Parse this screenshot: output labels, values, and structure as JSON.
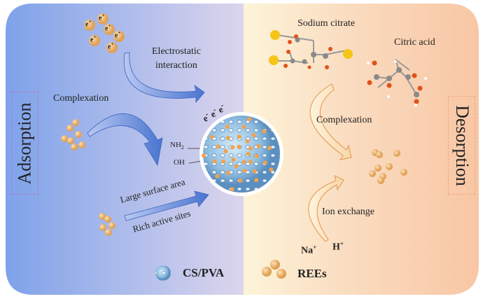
{
  "left_panel": {
    "section_label": "Adsorption",
    "electrostatic_label_line1": "Electrostatic",
    "electrostatic_label_line2": "interaction",
    "complexation_label": "Complexation",
    "nh2_label": "NH",
    "nh2_subscript": "2",
    "oh_label": "OH",
    "electron_label": "e",
    "electron_sup": "-",
    "cation_label": "e",
    "cation_sup": "+",
    "surface_label": "Large surface area",
    "sites_label": "Rich active sites",
    "legend_label": "CS/PVA"
  },
  "right_panel": {
    "section_label": "Desorption",
    "sodium_citrate_label": "Sodium citrate",
    "citric_acid_label": "Citric acid",
    "complexation_label": "Complexation",
    "ion_exchange_label": "Ion exchange",
    "na_label": "Na",
    "na_sup": "+",
    "h_label": "H",
    "h_sup": "+",
    "legend_label": "REEs"
  },
  "colors": {
    "adsorption_start": "#7ea2ea",
    "adsorption_end": "#dcd5ec",
    "desorption_start": "#fdf4d9",
    "desorption_end": "#f8c6a4",
    "particle": "#f2b96a",
    "sphere": "#8fbde0"
  }
}
